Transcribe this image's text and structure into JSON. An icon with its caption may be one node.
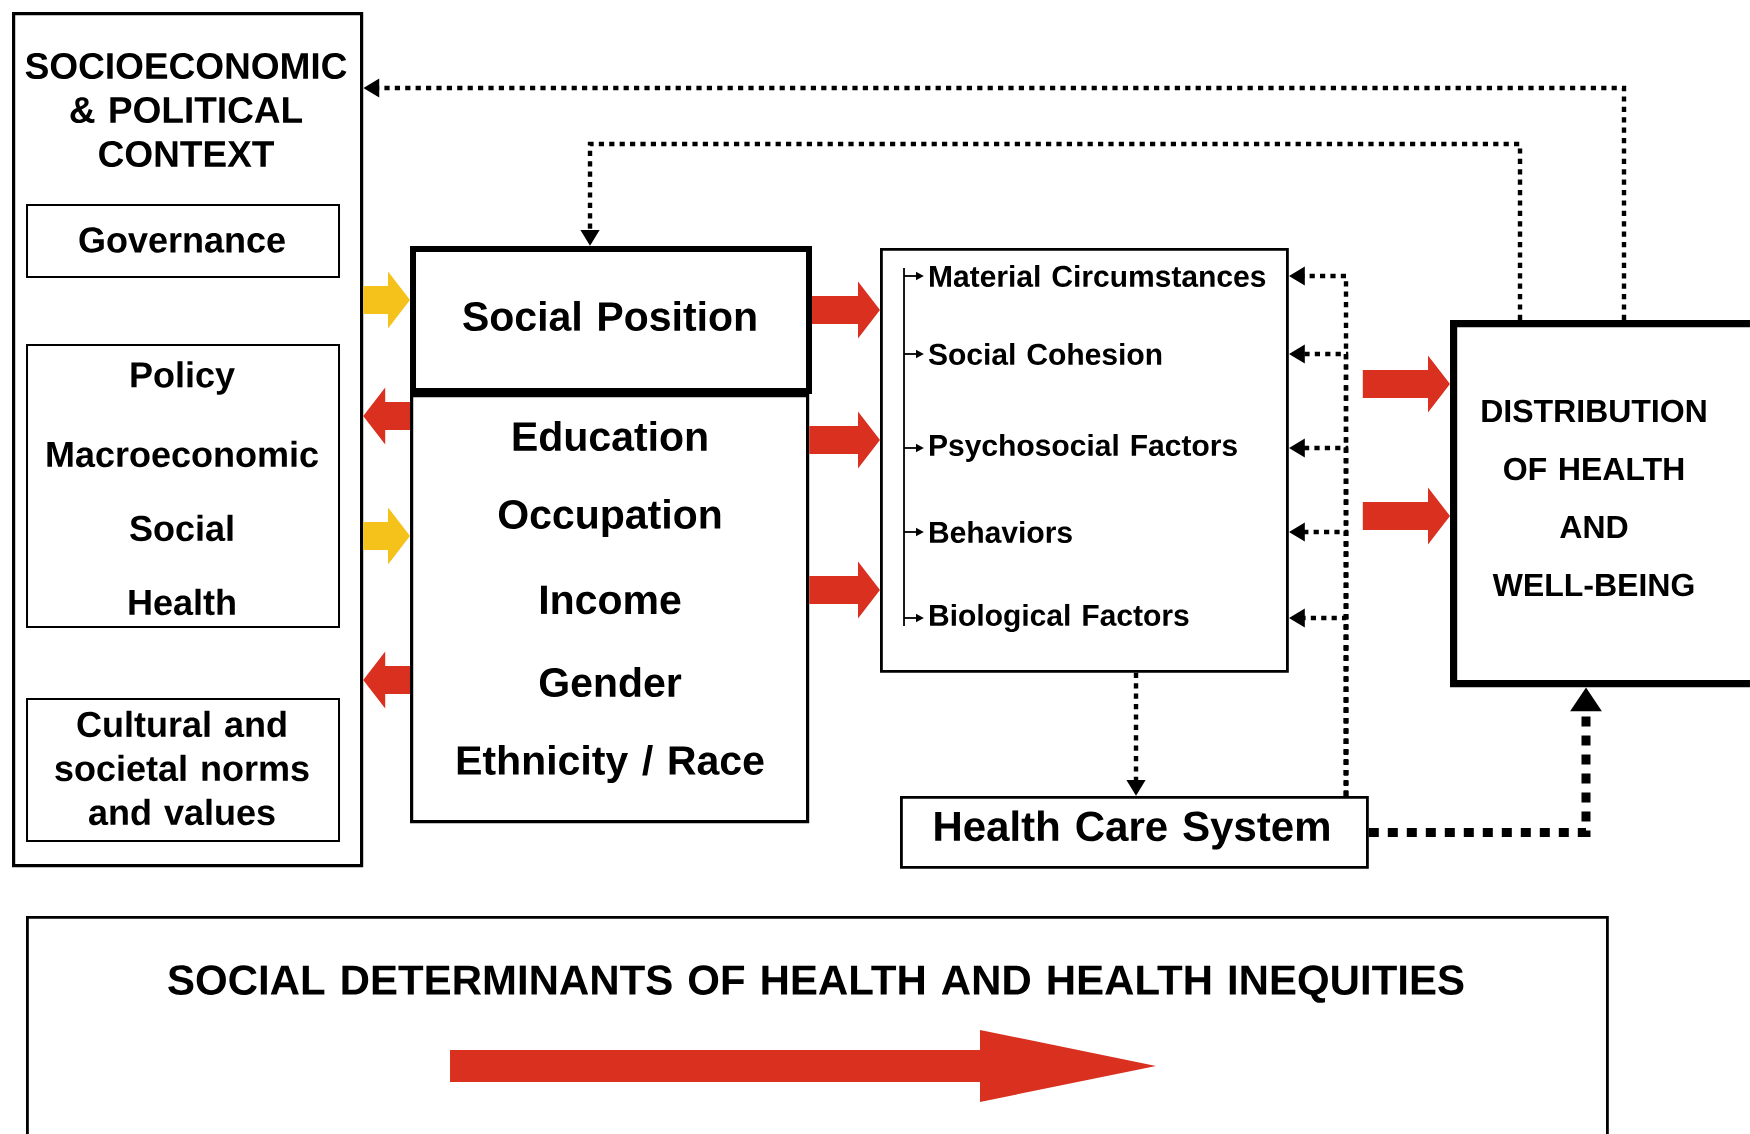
{
  "diagram": {
    "nodes": [
      {
        "text": [
          "SOCIOECONOMIC & POLITICAL CONTEXT"
        ]
      },
      {
        "text": [
          "Governance"
        ],
        "in": 0
      },
      {
        "text": [
          "Policy",
          "Macroeconomic",
          "Social",
          "Health"
        ],
        "in": 0
      },
      {
        "text": [
          "Cultural and societal norms and values"
        ],
        "in": 0
      },
      {
        "text": [
          "Social Position"
        ]
      },
      {
        "text": [
          "Education",
          "Occupation",
          "Income",
          "Gender",
          "Ethnicity / Race"
        ]
      },
      {
        "text": [
          "Material Circumstances",
          "Social Cohesion",
          "Psychosocial Factors",
          "Behaviors",
          "Biological Factors"
        ]
      },
      {
        "text": [
          "Health Care System"
        ]
      },
      {
        "text": [
          "DISTRIBUTION OF HEALTH AND WELL-BEING"
        ]
      },
      {
        "text": [
          "SOCIAL DETERMINANTS OF HEALTH AND HEALTH INEQUITIES"
        ]
      }
    ],
    "edges": [
      {
        "from": 0,
        "to": 4,
        "arrow": "to",
        "style": "thick",
        "color": "#f5c21b"
      },
      {
        "from": 5,
        "to": 0,
        "arrow": "to",
        "style": "thick",
        "color": "#d9301f"
      },
      {
        "from": 0,
        "to": 5,
        "arrow": "to",
        "style": "thick",
        "color": "#f5c21b"
      },
      {
        "from": 5,
        "to": 0,
        "arrow": "to",
        "style": "thick",
        "color": "#d9301f"
      },
      {
        "from": 4,
        "to": 6,
        "arrow": "to",
        "style": "thick",
        "color": "#d9301f"
      },
      {
        "from": 5,
        "to": 6,
        "arrow": "to",
        "style": "thick",
        "color": "#d9301f"
      },
      {
        "from": 5,
        "to": 6,
        "arrow": "to",
        "style": "thick",
        "color": "#d9301f"
      },
      {
        "from": 6,
        "to": 8,
        "arrow": "to",
        "style": "thick",
        "color": "#d9301f"
      },
      {
        "from": 6,
        "to": 8,
        "arrow": "to",
        "style": "thick",
        "color": "#d9301f"
      },
      {
        "from": 8,
        "to": 0,
        "arrow": "to",
        "style": "dashed"
      },
      {
        "from": 8,
        "to": 4,
        "arrow": "to",
        "style": "dashed"
      },
      {
        "from": 6,
        "to": 7,
        "arrow": "to",
        "style": "dashed"
      },
      {
        "from": 7,
        "to": 6,
        "arrow": "to",
        "style": "dashed"
      },
      {
        "from": 7,
        "to": 6,
        "arrow": "to",
        "style": "dashed"
      },
      {
        "from": 7,
        "to": 6,
        "arrow": "to",
        "style": "dashed"
      },
      {
        "from": 7,
        "to": 6,
        "arrow": "to",
        "style": "dashed"
      },
      {
        "from": 7,
        "to": 6,
        "arrow": "to",
        "style": "dashed"
      },
      {
        "from": 7,
        "to": 8,
        "arrow": "to",
        "style": "dashed"
      }
    ]
  }
}
